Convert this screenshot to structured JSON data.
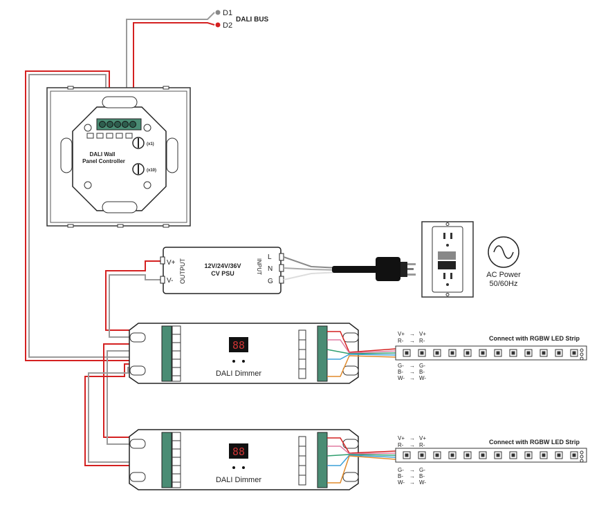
{
  "bus": {
    "d1": "D1",
    "d2": "D2",
    "label": "DALI BUS"
  },
  "panel": {
    "name_line1": "DALI Wall",
    "name_line2": "Panel Controller",
    "dial1": "(x1)",
    "dial2": "(x10)"
  },
  "psu": {
    "vplus": "V+",
    "vminus": "V-",
    "output": "OUTPUT",
    "title_line1": "12V/24V/36V",
    "title_line2": "CV PSU",
    "input": "INPUT",
    "l": "L",
    "n": "N",
    "g": "G"
  },
  "ac": {
    "line1": "AC Power",
    "line2": "50/60Hz"
  },
  "dimmer": {
    "label": "DALI Dimmer",
    "display": "88"
  },
  "strip": {
    "label": "Connect with RGBW LED Strip",
    "top": [
      {
        "from": "V+",
        "to": "V+"
      },
      {
        "from": "R-",
        "to": "R-"
      }
    ],
    "bottom": [
      {
        "from": "G-",
        "to": "G-"
      },
      {
        "from": "B-",
        "to": "B-"
      },
      {
        "from": "W-",
        "to": "W-"
      }
    ]
  },
  "colors": {
    "red": "#d42020",
    "gray": "#9a9a9a",
    "green": "#2e9e6e",
    "terminal": "#4a8c74",
    "blue": "#3aa0d8",
    "orange": "#e08a2a",
    "pink": "#e07aa0",
    "black": "#111111"
  }
}
